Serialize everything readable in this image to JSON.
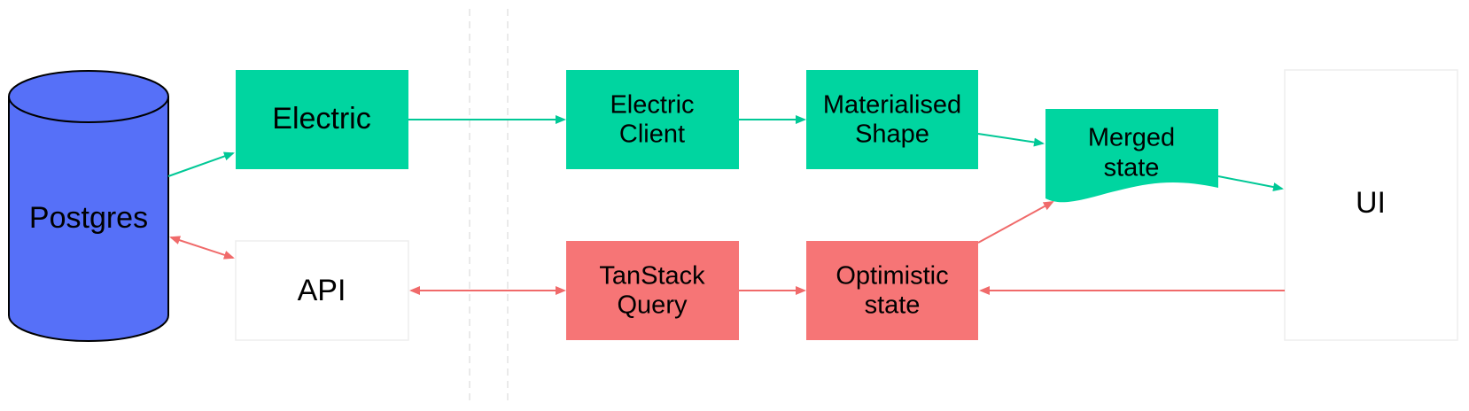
{
  "colors": {
    "green": "#00d5a0",
    "red": "#f67576",
    "blue": "#5670f8",
    "white_box_border": "#eeeeee",
    "divider": "#dddddd",
    "arrow_green": "#00c896",
    "arrow_red": "#f06a6a"
  },
  "nodes": {
    "postgres": {
      "label": "Postgres"
    },
    "electric": {
      "label": "Electric"
    },
    "api": {
      "label": "API"
    },
    "electric_client": {
      "line1": "Electric",
      "line2": "Client"
    },
    "materialised_shape": {
      "line1": "Materialised",
      "line2": "Shape"
    },
    "merged_state": {
      "line1": "Merged",
      "line2": "state"
    },
    "tanstack_query": {
      "line1": "TanStack",
      "line2": "Query"
    },
    "optimistic_state": {
      "line1": "Optimistic",
      "line2": "state"
    },
    "ui": {
      "label": "UI"
    }
  }
}
